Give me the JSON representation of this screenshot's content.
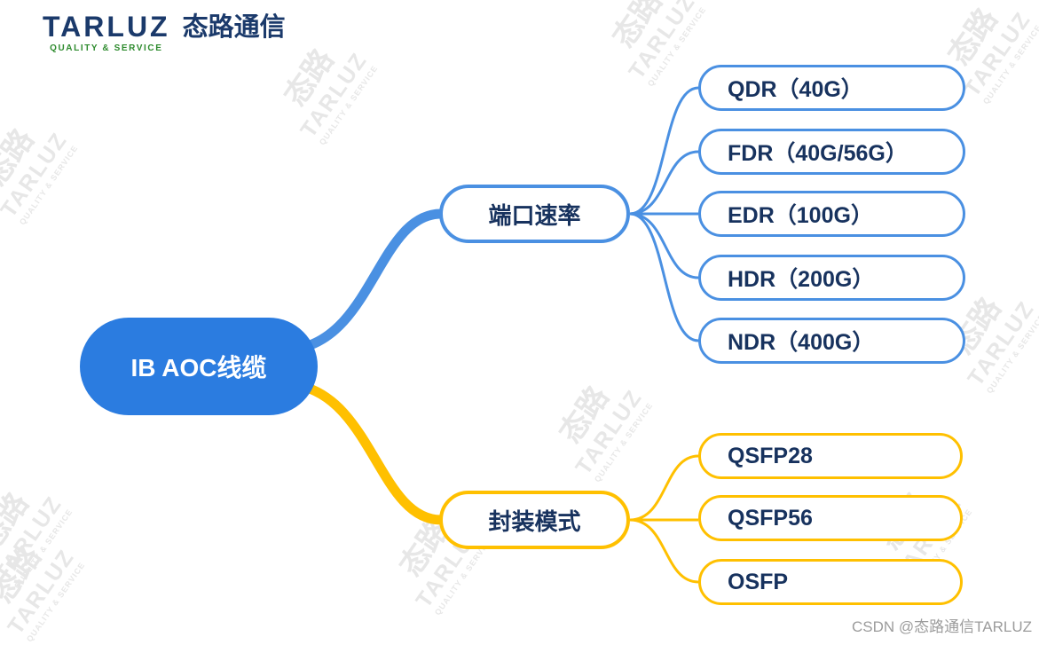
{
  "logo": {
    "brand": "TARLUZ",
    "tagline": "QUALITY & SERVICE",
    "company_cn": "态路通信"
  },
  "mindmap": {
    "root_label": "IB AOC线缆",
    "branches": [
      {
        "label": "端口速率",
        "color": "#4a90e2",
        "children": [
          "QDR（40G）",
          "FDR（40G/56G）",
          "EDR（100G）",
          "HDR（200G）",
          "NDR（400G）"
        ]
      },
      {
        "label": "封装模式",
        "color": "#ffc000",
        "children": [
          "QSFP28",
          "QSFP56",
          "OSFP"
        ]
      }
    ]
  },
  "colors": {
    "root_fill": "#2b7ce0",
    "branch_blue": "#4a90e2",
    "branch_yellow": "#ffc000",
    "node_text": "#17325e"
  },
  "watermark": {
    "cn": "态路",
    "en": "TARLUZ",
    "tagline": "QUALITY & SERVICE",
    "credit": "CSDN @态路通信TARLUZ"
  }
}
